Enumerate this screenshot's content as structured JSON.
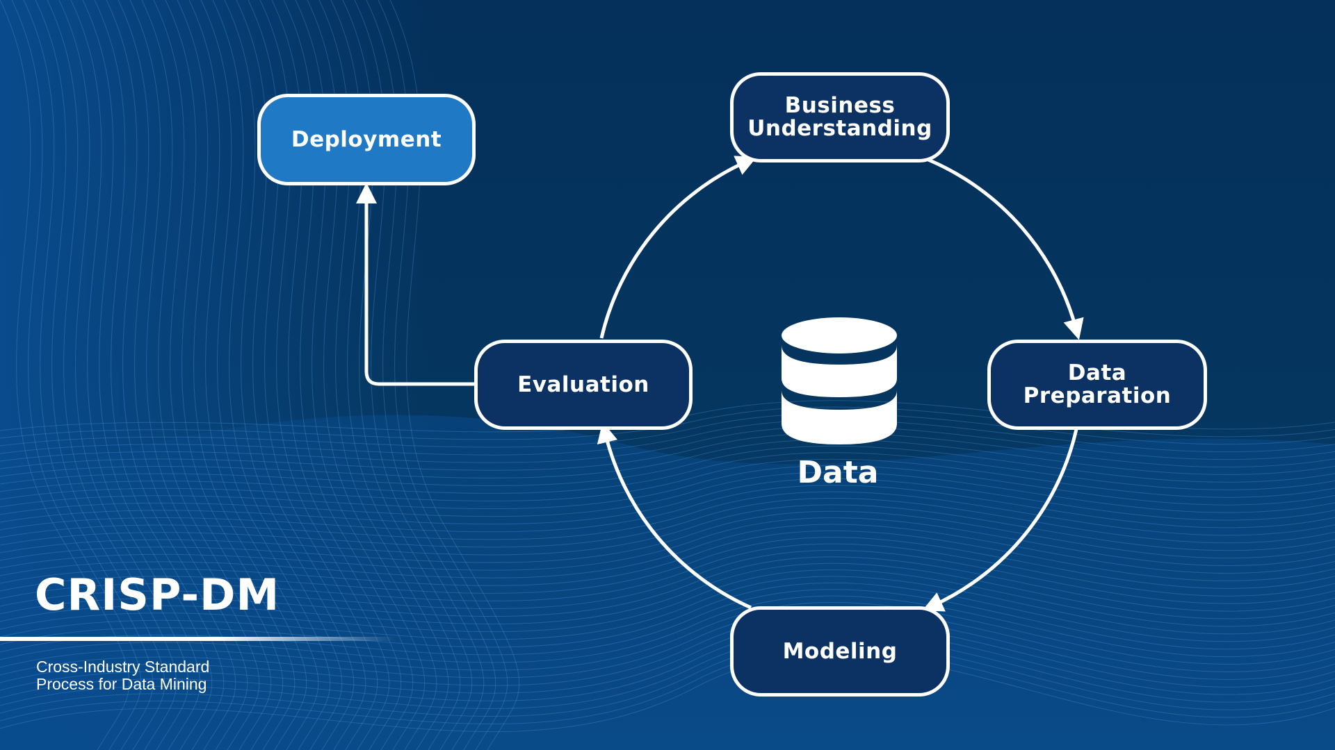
{
  "title": "CRISP-DM",
  "subtitle": {
    "line1": "Cross-Industry Standard",
    "line2": "Process for Data Mining"
  },
  "center": {
    "label": "Data",
    "icon": "database-icon"
  },
  "nodes": {
    "business_understanding": {
      "line1": "Business",
      "line2": "Understanding"
    },
    "data_preparation": {
      "line1": "Data",
      "line2": "Preparation"
    },
    "modeling": {
      "line1": "Modeling"
    },
    "evaluation": {
      "line1": "Evaluation"
    },
    "deployment": {
      "line1": "Deployment"
    }
  },
  "colors": {
    "background": "#05325e",
    "node_fill": "#0b3262",
    "deployment_fill": "#1f79c4",
    "stroke": "#ffffff"
  }
}
